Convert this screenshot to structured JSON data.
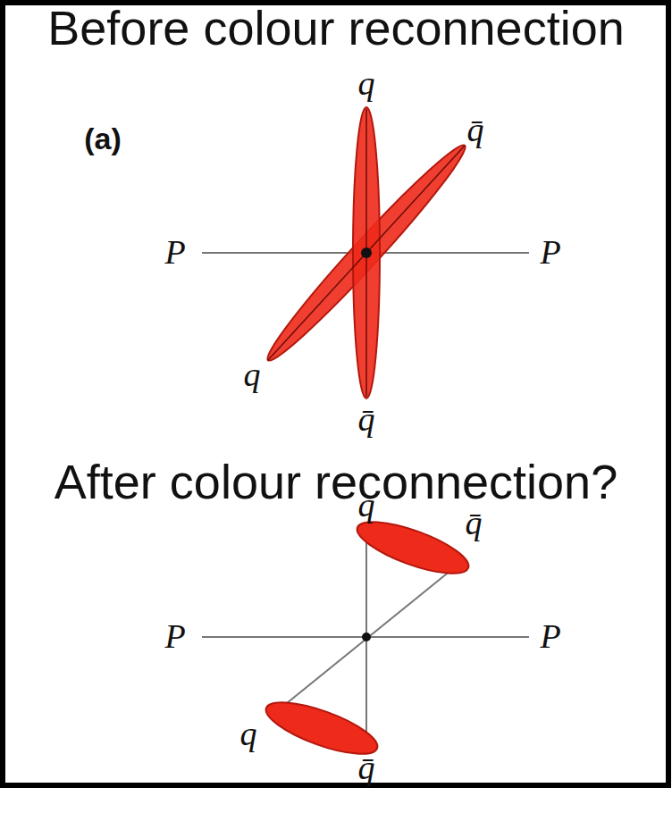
{
  "diagram": {
    "title": "Before colour reconnection",
    "labels": [
      "(a)",
      "q",
      "q̄",
      "P",
      "P",
      "q",
      "q̄",
      "After colour reconnection?",
      "q",
      "q̄",
      "P",
      "P",
      "q",
      "q̄"
    ]
  }
}
